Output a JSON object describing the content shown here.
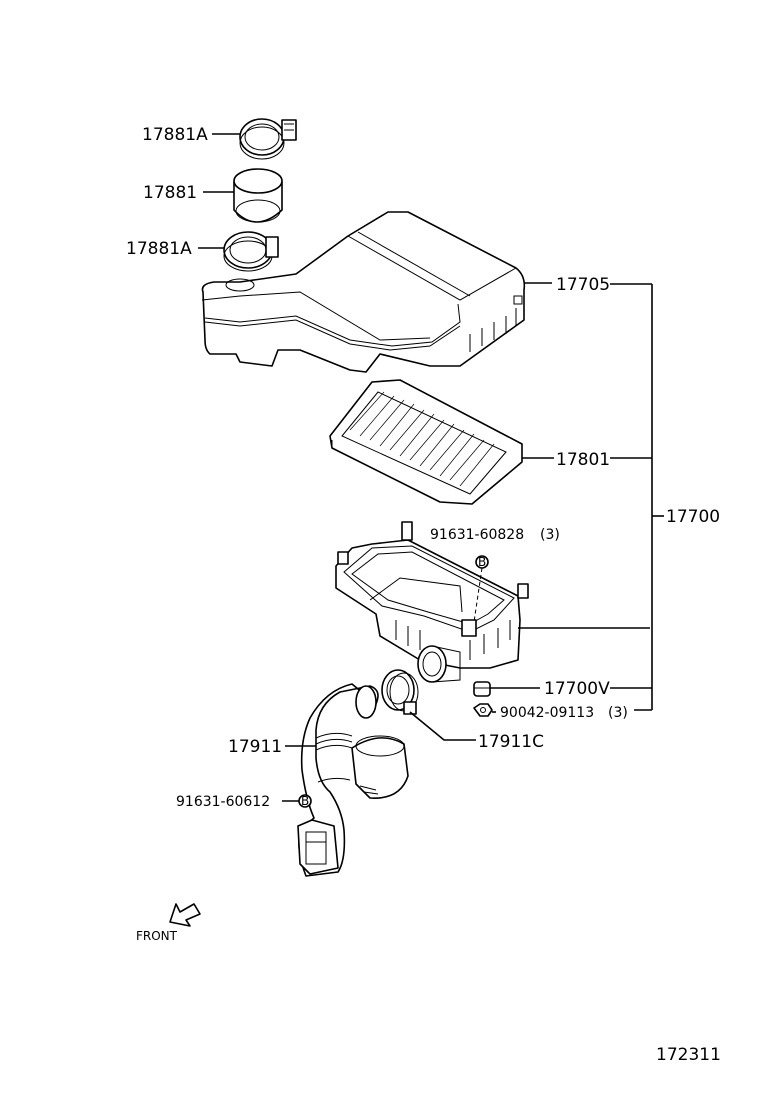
{
  "callouts": {
    "clamp_top": "17881A",
    "hose": "17881",
    "clamp_bottom": "17881A",
    "cap": "17705",
    "element": "17801",
    "assembly": "17700",
    "bolt_upper": "91631-60828",
    "bolt_upper_qty": "(3)",
    "case": "17700V",
    "nut": "90042-09113",
    "nut_qty": "(3)",
    "inlet_duct": "17911",
    "inlet_clamp": "17911C",
    "bolt_lower": "91631-60612"
  },
  "front_label": "FRONT",
  "figure_number": "172311",
  "icons": {
    "front_arrow": "front-direction-arrow-icon",
    "bolt_marker": "bolt-circle-marker-icon"
  }
}
